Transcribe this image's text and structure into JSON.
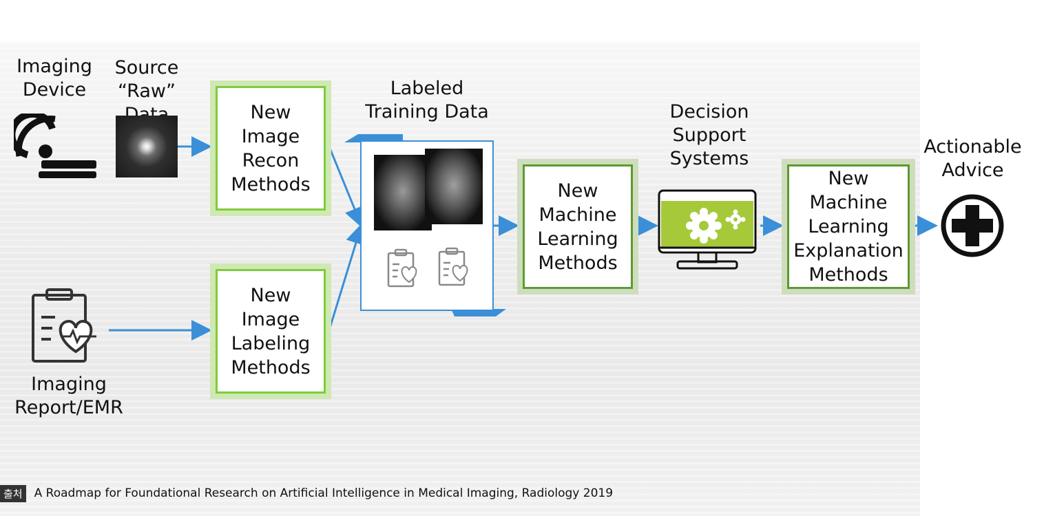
{
  "labels": {
    "imaging_device": "Imaging\nDevice",
    "source_raw": "Source\n“Raw” Data",
    "labeled_training": "Labeled\nTraining Data",
    "decision_support": "Decision\nSupport\nSystems",
    "actionable_advice": "Actionable\nAdvice",
    "imaging_report": "Imaging\nReport/EMR"
  },
  "boxes": {
    "recon": "New\nImage\nRecon\nMethods",
    "labeling": "New\nImage\nLabeling\nMethods",
    "ml": "New\nMachine\nLearning\nMethods",
    "explanation": "New\nMachine\nLearning\nExplanation\nMethods"
  },
  "caption": {
    "tag": "출처",
    "text": "A Roadmap for Foundational Research on Artificial Intelligence in Medical Imaging, Radiology 2019"
  },
  "colors": {
    "arrow": "#3a8fd8",
    "box_border": "#7fcb3a",
    "monitor_screen": "#a6c93a"
  },
  "icons": [
    "scanner-icon",
    "raw-data-image",
    "clipboard-heart-icon",
    "mri-image",
    "monitor-gears-icon",
    "medical-cross-icon"
  ]
}
